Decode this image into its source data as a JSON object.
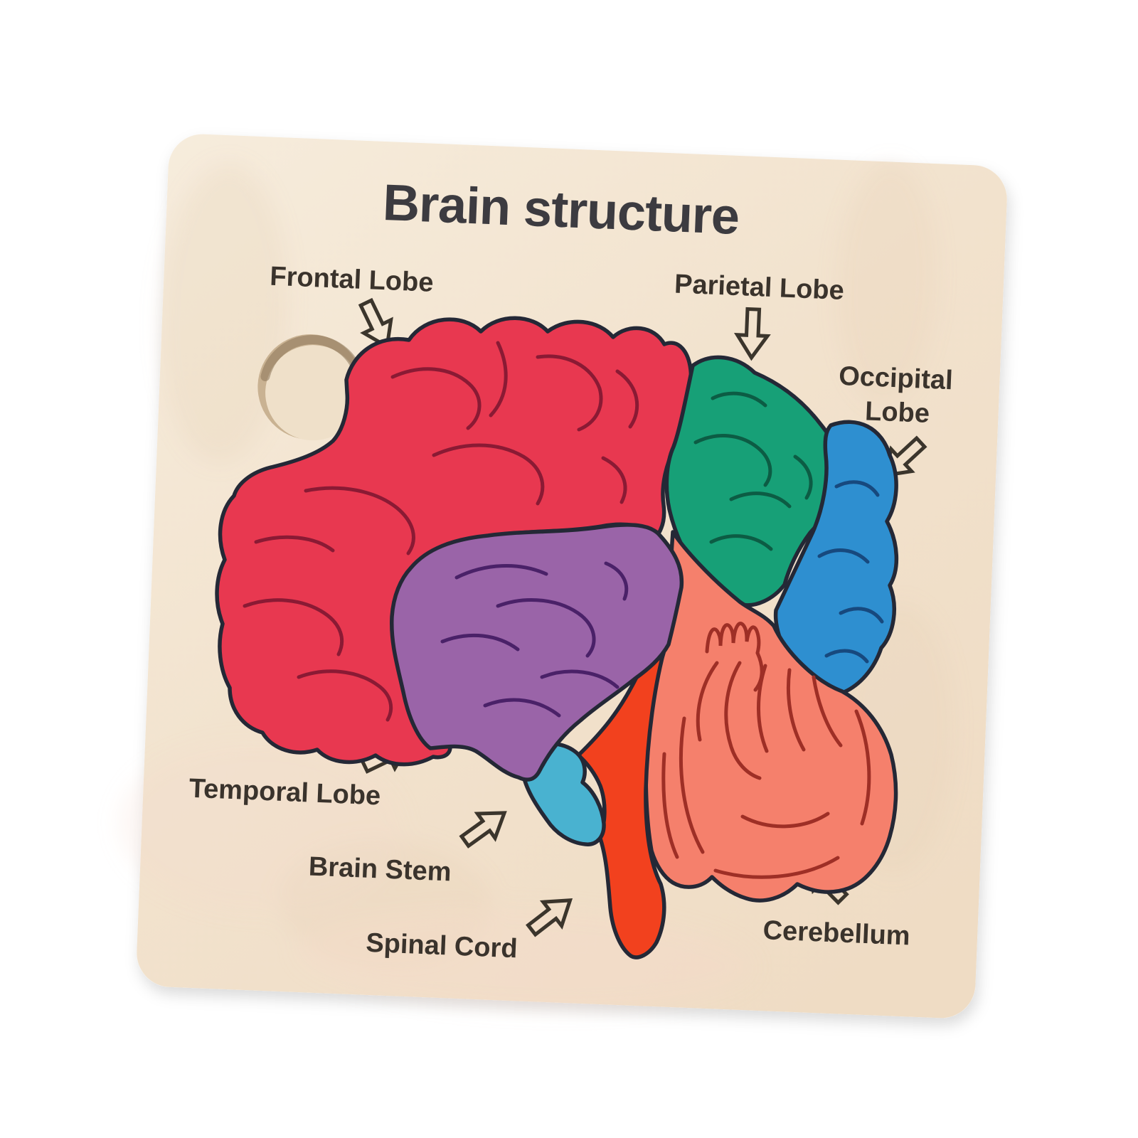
{
  "title": "Brain structure",
  "labels": {
    "frontal": "Frontal Lobe",
    "parietal": "Parietal Lobe",
    "occipital_line1": "Occipital",
    "occipital_line2": "Lobe",
    "temporal": "Temporal Lobe",
    "brain_stem": "Brain Stem",
    "spinal_cord": "Spinal Cord",
    "cerebellum": "Cerebellum"
  },
  "pieces": {
    "frontal": {
      "name": "Frontal Lobe",
      "color": "#e83850",
      "line_color": "#8a1a34"
    },
    "parietal": {
      "name": "Parietal Lobe",
      "color": "#17a077",
      "line_color": "#0c5c44"
    },
    "occipital": {
      "name": "Occipital Lobe",
      "color": "#2e8fd0",
      "line_color": "#17497e"
    },
    "temporal": {
      "name": "Temporal Lobe",
      "color": "#9a64a8",
      "line_color": "#4a2168"
    },
    "brain_stem": {
      "name": "Brain Stem",
      "color": "#49b2d0",
      "line_color": "#1d5d74"
    },
    "spinal_cord": {
      "name": "Spinal Cord",
      "color": "#f2411e",
      "line_color": "#8a1f10"
    },
    "cerebellum": {
      "name": "Cerebellum",
      "color": "#f5806c",
      "line_color": "#9e2f26"
    }
  },
  "colors": {
    "background": "#ffffff",
    "wood_light": "#f6ecdc",
    "wood_mid": "#f2e2cd",
    "wood_dark": "#efdcc4",
    "wood_blotch": "#dfc9a8",
    "wood_pink": "#f6d9cc",
    "hole_rim": "#c9b292",
    "hole_inner": "#efe0c9",
    "hole_shadow": "#8a7458",
    "outline": "#242836",
    "title_text": "#3c3b40",
    "label_text": "#3a332c",
    "arrow": "#3b352c"
  }
}
